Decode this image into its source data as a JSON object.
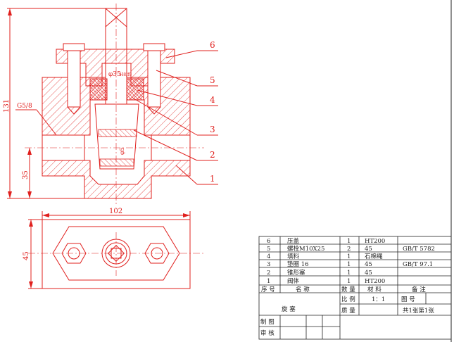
{
  "dimensions": {
    "height_total": "131",
    "thread": "G5/8",
    "height_lower": "35",
    "width": "102",
    "height_side": "45",
    "dia_stem": "φ35",
    "dia_stem_note": "H8/f9",
    "dia_bore": "φ5"
  },
  "callouts": [
    "6",
    "5",
    "4",
    "3",
    "2",
    "1"
  ],
  "parts_list": {
    "rows": [
      {
        "no": "6",
        "name": "压盖",
        "qty": "1",
        "material": "HT200",
        "note": ""
      },
      {
        "no": "5",
        "name": "螺栓M10X25",
        "qty": "2",
        "material": "45",
        "note": "GB/T 5782"
      },
      {
        "no": "4",
        "name": "填料",
        "qty": "1",
        "material": "石棉绳",
        "note": ""
      },
      {
        "no": "3",
        "name": "垫圈 16",
        "qty": "1",
        "material": "45",
        "note": "GB/T 97.1"
      },
      {
        "no": "2",
        "name": "锥形塞",
        "qty": "1",
        "material": "45",
        "note": ""
      },
      {
        "no": "1",
        "name": "阀体",
        "qty": "1",
        "material": "HT200",
        "note": ""
      }
    ],
    "header": {
      "no": "序 号",
      "name": "名 称",
      "qty": "数 量",
      "material": "材 料",
      "note": "备 注"
    }
  },
  "title_block": {
    "title": "旋 塞",
    "scale_label": "比 例",
    "scale_value": "1：1",
    "drawing_no_label": "图 号",
    "mass_label": "质 量",
    "sheet_info": "共1张第1张",
    "drawn_by_label": "制 图",
    "checked_by_label": "审 核"
  }
}
